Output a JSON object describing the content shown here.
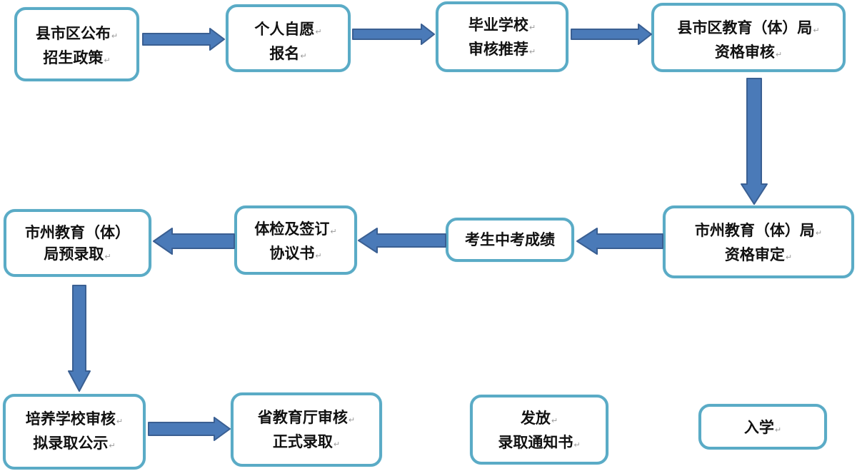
{
  "diagram": {
    "colors": {
      "box_border": "#5aabc6",
      "arrow_fill": "#4a7ab8",
      "arrow_stroke": "#3a5f92",
      "text": "#111111"
    },
    "paragraph_mark": "↵",
    "nodes": [
      {
        "id": "n1",
        "lines": [
          "县市区公布",
          "招生政策"
        ]
      },
      {
        "id": "n2",
        "lines": [
          "个人自愿",
          "报名"
        ]
      },
      {
        "id": "n3",
        "lines": [
          "毕业学校",
          "审核推荐"
        ]
      },
      {
        "id": "n4",
        "lines": [
          "县市区教育（体）局",
          "资格审核"
        ]
      },
      {
        "id": "n5",
        "lines": [
          "市州教育（体）局",
          "资格审定"
        ]
      },
      {
        "id": "n6",
        "lines": [
          "考生中考成绩"
        ]
      },
      {
        "id": "n7",
        "lines": [
          "体检及签订",
          "协议书"
        ]
      },
      {
        "id": "n8",
        "lines": [
          "市州教育（体）",
          "局预录取"
        ]
      },
      {
        "id": "n9",
        "lines": [
          "培养学校审核",
          "拟录取公示"
        ]
      },
      {
        "id": "n10",
        "lines": [
          "省教育厅审核",
          "正式录取"
        ]
      },
      {
        "id": "n11",
        "lines": [
          "发放",
          "录取通知书"
        ]
      },
      {
        "id": "n12",
        "lines": [
          "入学"
        ]
      }
    ],
    "edges": [
      {
        "from": "n1",
        "to": "n2",
        "direction": "right"
      },
      {
        "from": "n2",
        "to": "n3",
        "direction": "right"
      },
      {
        "from": "n3",
        "to": "n4",
        "direction": "right"
      },
      {
        "from": "n4",
        "to": "n5",
        "direction": "down"
      },
      {
        "from": "n5",
        "to": "n6",
        "direction": "left"
      },
      {
        "from": "n6",
        "to": "n7",
        "direction": "left"
      },
      {
        "from": "n7",
        "to": "n8",
        "direction": "left"
      },
      {
        "from": "n8",
        "to": "n9",
        "direction": "down"
      },
      {
        "from": "n9",
        "to": "n10",
        "direction": "right"
      }
    ]
  }
}
